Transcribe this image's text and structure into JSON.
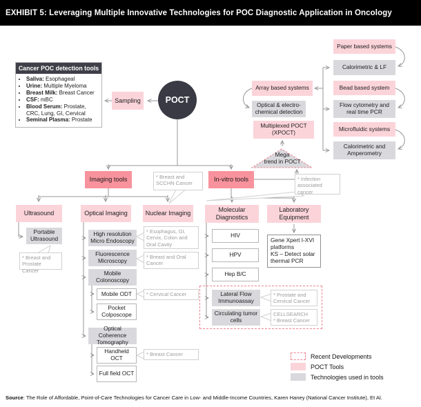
{
  "title": "EXHIBIT 5: Leveraging Multiple Innovative Technologies for POC Diagnostic Application in Oncology",
  "source": {
    "label": "Source",
    "text": ": The Role of Affordable, Point-of-Care Technologies for Cancer Care in Low- and Middle-Income Countries, Karen Haney (National Cancer Institute), Et Al."
  },
  "detection": {
    "header": "Cancer POC detection tools",
    "items": [
      {
        "k": "Saliva:",
        "v": " Esophageal"
      },
      {
        "k": "Urine:",
        "v": " Multiple Myeloma"
      },
      {
        "k": "Breast Milk:",
        "v": " Breast Cancer"
      },
      {
        "k": "CSF:",
        "v": " mBC"
      },
      {
        "k": "Blood Serum:",
        "v": " Prostate, CRC, Lung, GI, Cervical"
      },
      {
        "k": "Seminal Plasma:",
        "v": " Prostate"
      }
    ]
  },
  "nodes": {
    "poct": "POCT",
    "sampling": "Sampling",
    "imaging_tools": "Imaging tools",
    "invitro_tools": "In-vitro tools",
    "ultrasound": "Ultrasound",
    "optical_imaging": "Optical Imaging",
    "nuclear_imaging": "Nuclear Imaging",
    "molecular_diagnostics": "Molecular Diagnostics",
    "laboratory_equipment": "Laboratory Equipment",
    "portable_ultrasound": "Portable Ultrasound",
    "high_res_micro_endoscopy": "High resolution Micro Endoscopy",
    "fluorescence_microscopy": "Fluorescence Microscopy",
    "mobile_colonoscopy": "Mobile Colonoscopy",
    "mobile_odt": "Mobile ODT",
    "pocket_colposcope": "Pocket Colposcope",
    "oct": "Optical Coherence Tomography",
    "handheld_oct": "Handheld OCT",
    "full_field_oct": "Full field OCT",
    "hiv": "HIV",
    "hpv": "HPV",
    "hep_bc": "Hep B/C",
    "lateral_flow": "Lateral Flow Immunoassay",
    "circulating_tumor_cells": "Circulating tumor cells",
    "gene_xpert": "Gene Xpert I-XVI\nplatforms\nKS – Detect solar\nthermal PCR",
    "array_based": "Array based systems",
    "optical_detection": "Optical & electro-chemical detection",
    "multiplexed_poct": "Multiplexed POCT (XPOCT)",
    "mega_trend": "Mega\ntrend in POCT",
    "paper_based": "Paper based systems",
    "calorimetric_lf": "Calorimetric & LF",
    "bead_based": "Bead based system",
    "flow_cytometry": "Flow cytometry and real time PCR",
    "microfluidic": "Microfluidic systems",
    "calorimetric_amperometry": "Calorimetric and Amperometry"
  },
  "callouts": {
    "breast_scchn": "* Breast and SCCHN Cancer",
    "infection": "* Infection associated cancer",
    "breast_prostate": "* Breast and Prostate Cancer",
    "esophagus_gi": "* Esophagus, GI, Cervix, Colon and Oral Cavity",
    "breast_oral": "* Breast and Oral Cancer",
    "cervical": "* Cervical Cancer",
    "breast": "* Breast Cancer",
    "prostate_cervical": "* Prostate and Cervical Cancer",
    "cellsearch": "CELLSEARCH\n* Breast Cancer"
  },
  "legend": {
    "recent": "Recent Developments",
    "poct_tools": "POCT Tools",
    "tech": "Technologies used in tools"
  },
  "colors": {
    "poct_tools_pink": "#fbd4da",
    "tools_salmon": "#f8929c",
    "tech_gray": "#d9d9dd",
    "dark": "#3a3a45",
    "recent_dashed": "#ee8290",
    "line": "#949494"
  }
}
